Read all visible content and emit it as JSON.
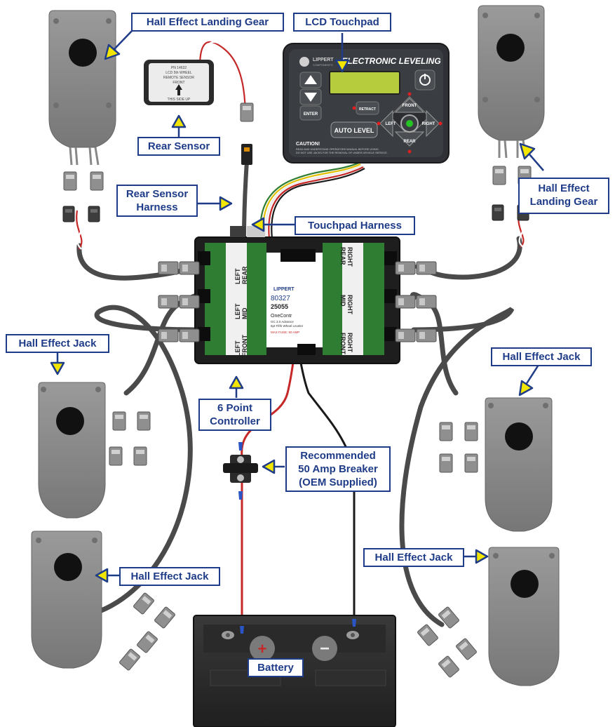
{
  "callouts": {
    "hall_effect_landing_gear_top": "Hall Effect Landing Gear",
    "lcd_touchpad": "LCD Touchpad",
    "rear_sensor": "Rear Sensor",
    "rear_sensor_harness": [
      "Rear Sensor",
      "Harness"
    ],
    "hall_effect_landing_gear_right": [
      "Hall Effect",
      "Landing Gear"
    ],
    "touchpad_harness": "Touchpad Harness",
    "hall_effect_jack_left_upper": "Hall Effect Jack",
    "hall_effect_jack_right_upper": "Hall Effect Jack",
    "six_point_controller": [
      "6 Point",
      "Controller"
    ],
    "breaker": [
      "Recommended",
      "50 Amp Breaker",
      "(OEM Supplied)"
    ],
    "hall_effect_jack_left_lower": "Hall Effect Jack",
    "hall_effect_jack_right_lower": "Hall Effect Jack",
    "battery": "Battery"
  },
  "touchpad": {
    "brand": "LIPPERT",
    "brand_sub": "COMPONENTS",
    "title": "ELECTRONIC LEVELING",
    "buttons": {
      "enter": "ENTER",
      "retract": "RETRACT",
      "auto_level": "AUTO LEVEL",
      "front": "FRONT",
      "rear": "REAR",
      "left": "LEFT",
      "right": "RIGHT"
    },
    "caution_title": "CAUTION!",
    "caution_line1": "READ AND UNDERSTAND OPERATORS MANUAL BEFORE USING.",
    "caution_line2": "DO NOT USE JACKS FOR THE REMOVAL OF UNDER-VEHICLE SERVICE."
  },
  "sensor": {
    "line1": "PN 14632",
    "line2": "LCD 5th WHEEL",
    "line3": "REMOTE SENSOR",
    "line4": "FRONT",
    "line5": "THIS SIDE UP"
  },
  "controller": {
    "brand": "LIPPERT",
    "part_prefix": "80327",
    "part_number": "25055",
    "name": "OneContr",
    "desc1": "GC 3.0 Advance",
    "desc2": "6pt Fifth Wheel Leveler",
    "warning": "MAX FUSE: 50 AMP",
    "labels": {
      "left_rear": [
        "LEFT",
        "REAR"
      ],
      "left_mid": [
        "LEFT",
        "MID"
      ],
      "left_front": [
        "LEFT",
        "FRONT"
      ],
      "right_rear": [
        "RIGHT",
        "REAR"
      ],
      "right_mid": [
        "RIGHT",
        "MID"
      ],
      "right_front": [
        "RIGHT",
        "FRONT"
      ]
    }
  },
  "battery": {
    "positive": "+",
    "negative": "−"
  },
  "colors": {
    "callout_border": "#1f3c88",
    "callout_text": "#1f3c88",
    "arrow_fill": "#f2e600",
    "arrow_stroke": "#1f3c88",
    "cable": "#4a4a4a",
    "wire_red": "#c62828",
    "wire_black": "#1a1a1a",
    "pad_gray": "#8c8c8c",
    "touchpad_body": "#2f3136",
    "lcd_green": "#b6cc3c",
    "controller_green": "#2e7d32"
  }
}
